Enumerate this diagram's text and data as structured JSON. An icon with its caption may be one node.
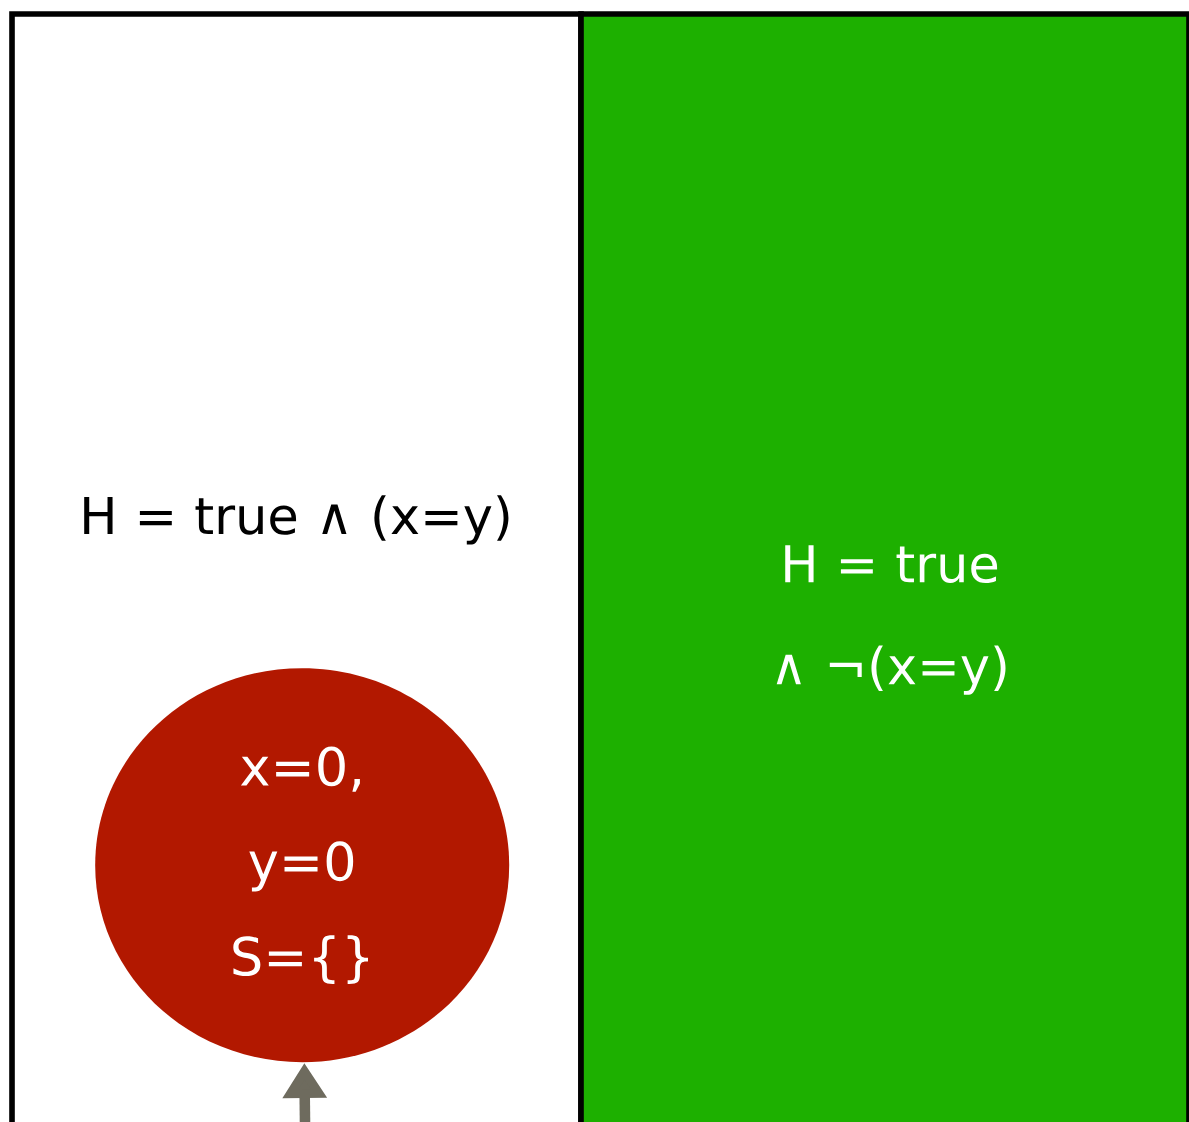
{
  "diagram": {
    "nodes": [
      {
        "text": [
          "H = true ∧ (x=y)"
        ]
      },
      {
        "text": [
          "H = true ∧ ¬(x=y)"
        ]
      },
      {
        "text": [
          "x=0, y=0 S={}"
        ],
        "in": 0
      }
    ],
    "edges": [
      {
        "from": null,
        "to": 2,
        "arrow": "to"
      }
    ]
  }
}
